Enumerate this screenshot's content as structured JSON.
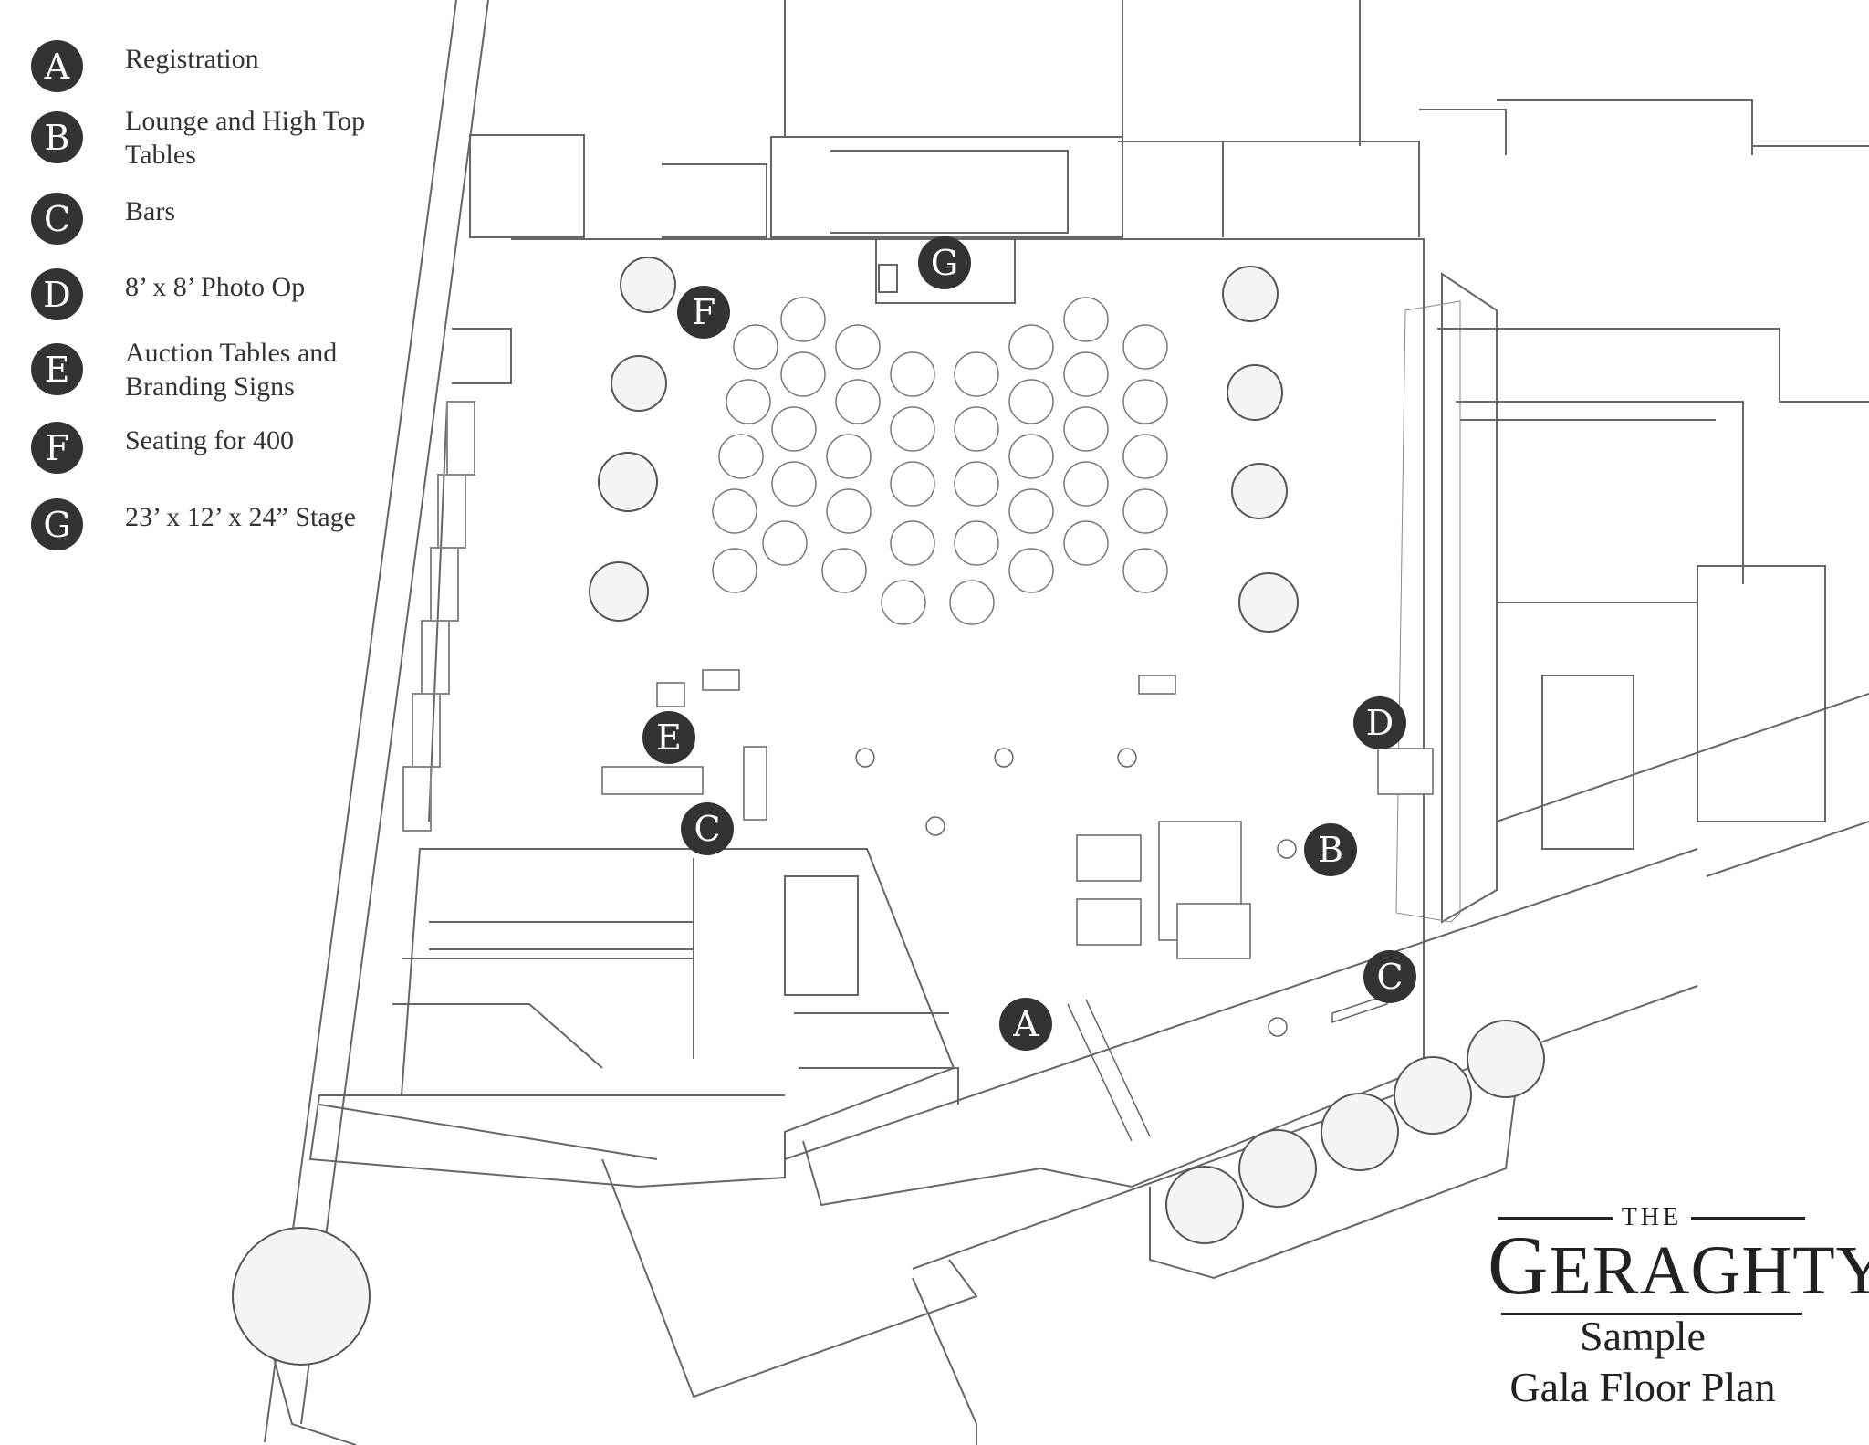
{
  "legend": [
    {
      "letter": "A",
      "label": "Registration"
    },
    {
      "letter": "B",
      "label": "Lounge and High Top Tables"
    },
    {
      "letter": "C",
      "label": "Bars"
    },
    {
      "letter": "D",
      "label": "8’ x 8’ Photo Op"
    },
    {
      "letter": "E",
      "label": "Auction Tables and Branding Signs"
    },
    {
      "letter": "F",
      "label": "Seating for 400"
    },
    {
      "letter": "G",
      "label": "23’ x 12’ x 24” Stage"
    }
  ],
  "markers": {
    "stage": "G",
    "seating": "F",
    "auction": "E",
    "bar_left": "C",
    "photo_op": "D",
    "lounge": "B",
    "bar_right": "C",
    "registration": "A"
  },
  "logo": {
    "the": "THE",
    "first_letter": "G",
    "rest": "ERAGHTY",
    "mark": "®"
  },
  "caption": {
    "line1": "Sample",
    "line2": "Gala Floor Plan"
  },
  "colors": {
    "badge": "#333333",
    "line": "#555555",
    "background": "#ffffff"
  }
}
